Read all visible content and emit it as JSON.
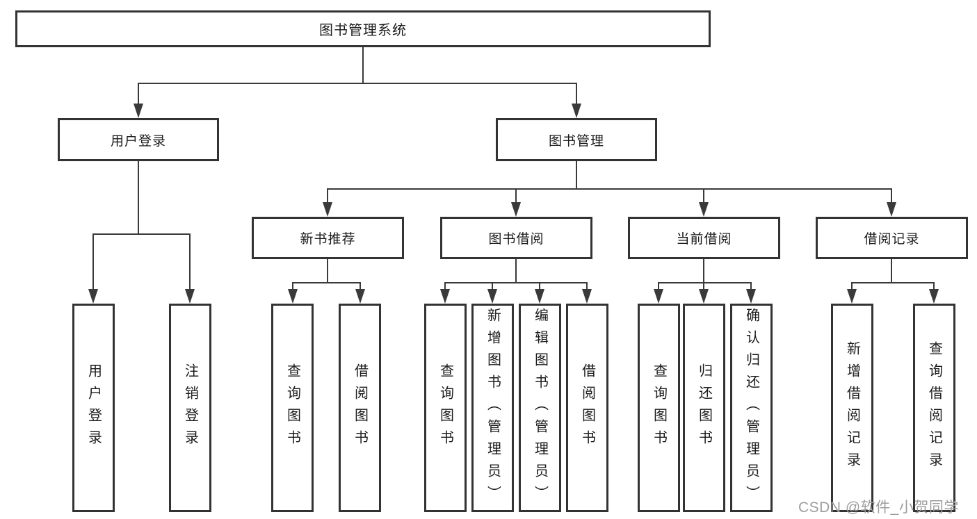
{
  "diagram": {
    "root": "图书管理系统",
    "user_login": {
      "label": "用户登录",
      "children": [
        "用户登录",
        "注销登录"
      ]
    },
    "book_mgmt": {
      "label": "图书管理",
      "sections": [
        {
          "label": "新书推荐",
          "children": [
            "查询图书",
            "借阅图书"
          ]
        },
        {
          "label": "图书借阅",
          "children": [
            "查询图书",
            "新增图书（管理员）",
            "编辑图书（管理员）",
            "借阅图书"
          ]
        },
        {
          "label": "当前借阅",
          "children": [
            "查询图书",
            "归还图书",
            "确认归还（管理员）"
          ]
        },
        {
          "label": "借阅记录",
          "children": [
            "新增借阅记录",
            "查询借阅记录"
          ]
        }
      ]
    },
    "watermark": "CSDN @软件_小贺同学"
  },
  "colors": {
    "line": "#3a3a3a",
    "border": "#333333",
    "watermark": "#9d9d9d"
  }
}
